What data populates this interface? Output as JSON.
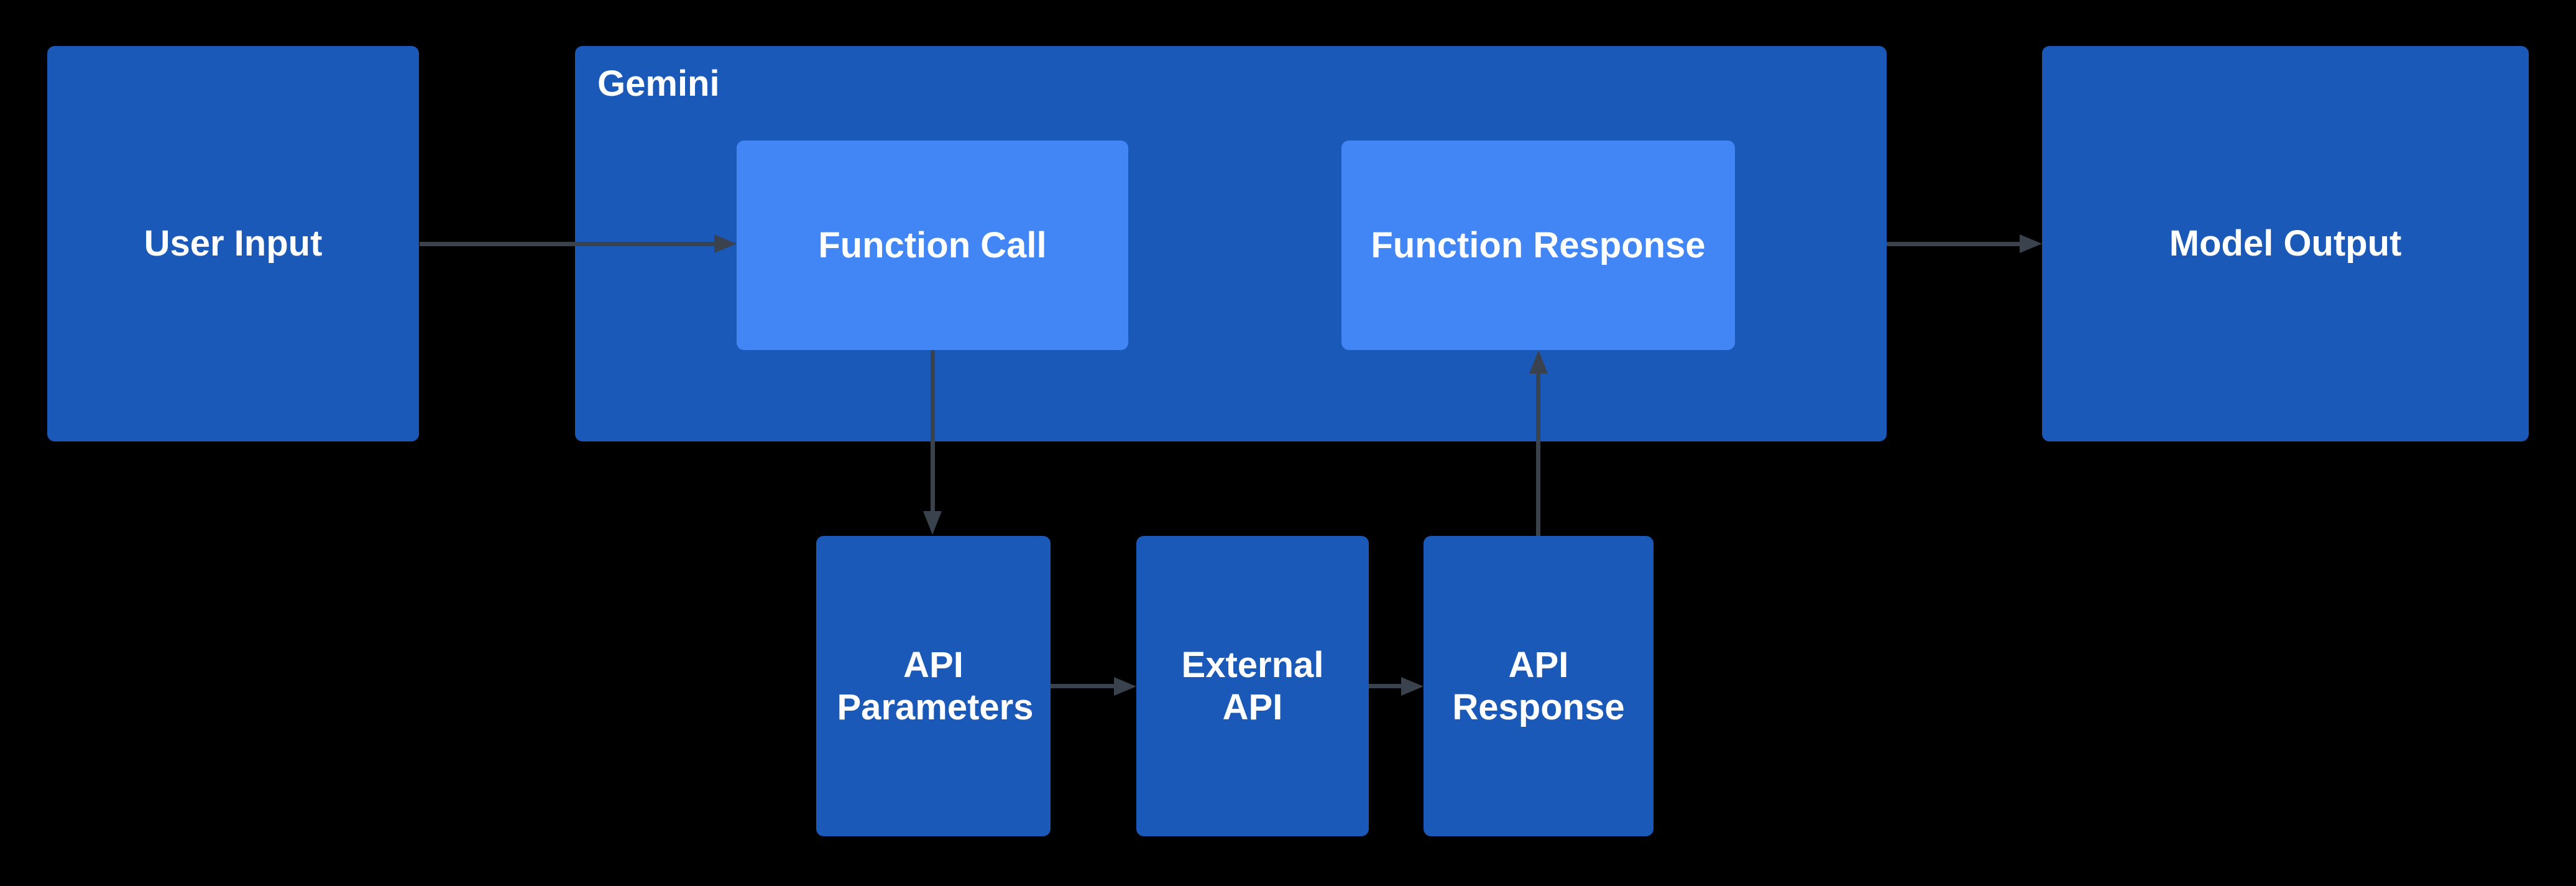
{
  "colors": {
    "background": "#000000",
    "node_fill": "#1b59b9",
    "node_fill_light": "#4285f4",
    "arrow": "#3a424d",
    "label_text": "#ffffff"
  },
  "container": {
    "label": "Gemini"
  },
  "nodes": {
    "user_input": {
      "label": "User Input"
    },
    "function_call": {
      "label": "Function Call"
    },
    "function_response": {
      "label": "Function Response"
    },
    "model_output": {
      "label": "Model Output"
    },
    "api_parameters": {
      "label": "API Parameters"
    },
    "external_api": {
      "label": "External API"
    },
    "api_response": {
      "label": "API Response"
    }
  },
  "edges": [
    {
      "from": "User Input",
      "to": "Function Call"
    },
    {
      "from": "Function Call",
      "to": "API Parameters"
    },
    {
      "from": "API Parameters",
      "to": "External API"
    },
    {
      "from": "External API",
      "to": "API Response"
    },
    {
      "from": "API Response",
      "to": "Function Response"
    },
    {
      "from": "Gemini",
      "to": "Model Output"
    }
  ]
}
